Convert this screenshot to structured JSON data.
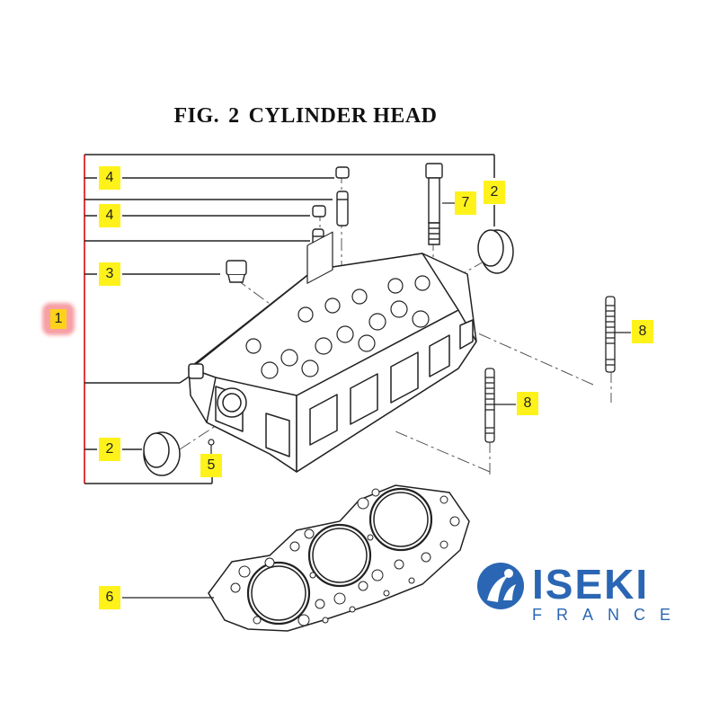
{
  "figure": {
    "title_fig": "FIG.",
    "title_num": "2",
    "title_name": "CYLINDER HEAD"
  },
  "callouts": {
    "c1": "1",
    "c2_top": "2",
    "c2_left": "2",
    "c3": "3",
    "c4_upper": "4",
    "c4_lower": "4",
    "c5": "5",
    "c6": "6",
    "c7": "7",
    "c8_right": "8",
    "c8_mid": "8"
  },
  "brand": {
    "name": "ISEKI",
    "sub": "FRANCE",
    "color": "#2a66b3"
  },
  "colors": {
    "callout": "#fff21a",
    "highlight": "#f7a1a6",
    "bracket": "#e23a3a"
  }
}
